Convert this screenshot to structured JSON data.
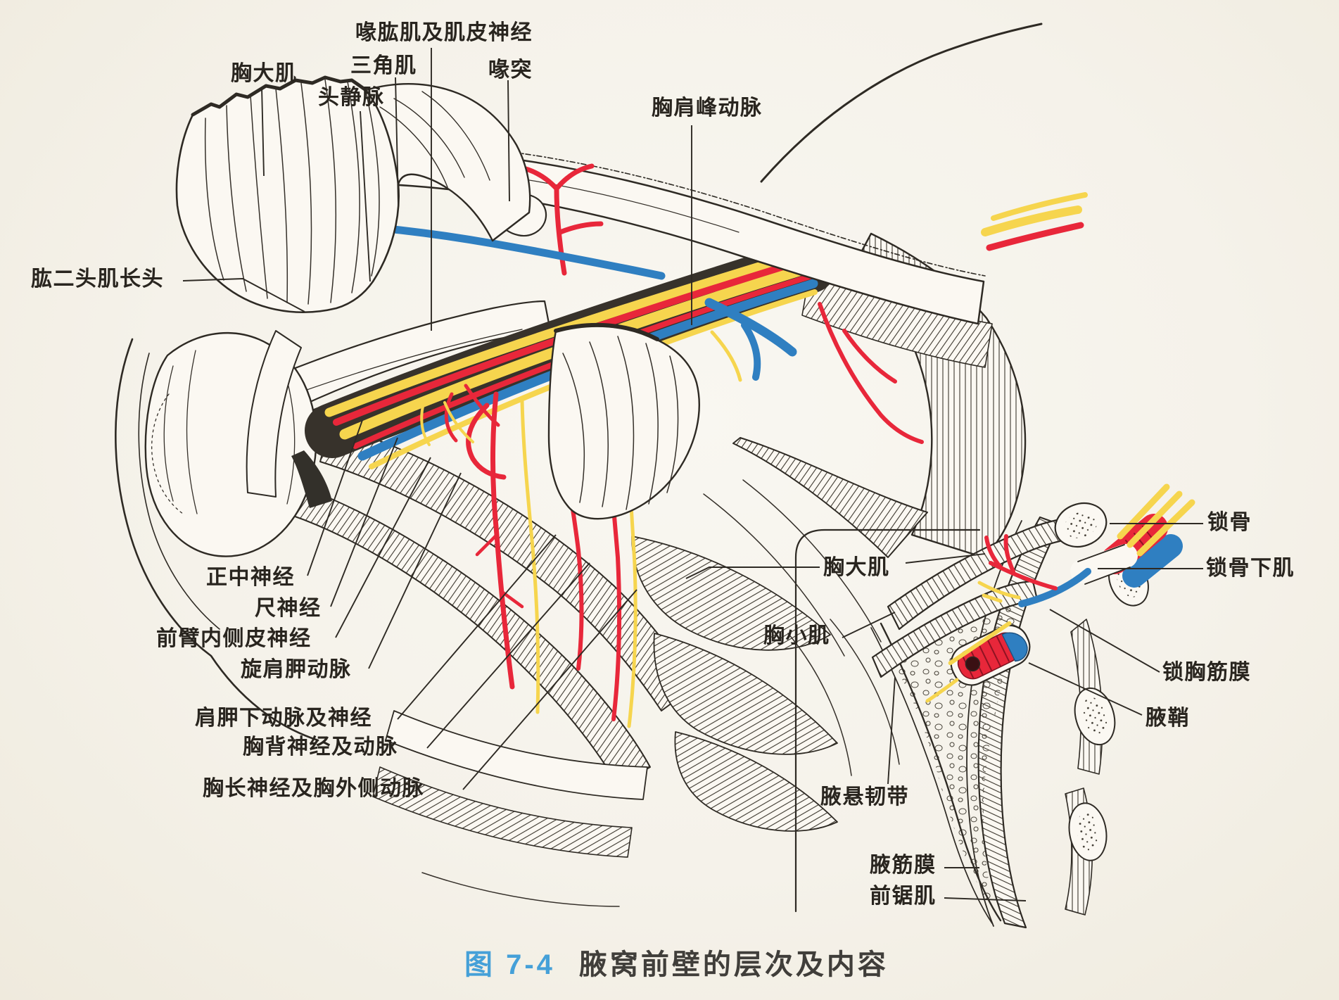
{
  "caption": {
    "number": "图 7-4",
    "title": "腋窝前壁的层次及内容"
  },
  "palette": {
    "artery_red": "#e8273a",
    "vein_blue": "#2f7fc1",
    "nerve_yellow": "#f6d54e",
    "ink": "#2e2a24",
    "paper": "#f5f2ea",
    "caption_blue": "#45a0d8"
  },
  "labels": {
    "coracobrachialis_and_musculocutaneous_nerve": "喙肱肌及肌皮神经",
    "deltoid": "三角肌",
    "coracoid_process": "喙突",
    "pectoralis_major": "胸大肌",
    "cephalic_vein": "头静脉",
    "thoracoacromial_artery": "胸肩峰动脉",
    "long_head_of_biceps_brachii": "肱二头肌长头",
    "median_nerve": "正中神经",
    "ulnar_nerve": "尺神经",
    "medial_antebrachial_cutaneous_nerve": "前臂内侧皮神经",
    "circumflex_scapular_artery": "旋肩胛动脉",
    "subscapular_artery_and_nerve": "肩胛下动脉及神经",
    "thoracodorsal_nerve_and_artery": "胸背神经及动脉",
    "long_thoracic_nerve_and_lateral_thoracic_artery": "胸长神经及胸外侧动脉",
    "pectoralis_major_inset": "胸大肌",
    "pectoralis_minor": "胸小肌",
    "clavicle": "锁骨",
    "subclavius": "锁骨下肌",
    "clavipectoral_fascia": "锁胸筋膜",
    "axillary_sheath": "腋鞘",
    "suspensory_ligament_of_axilla": "腋悬韧带",
    "axillary_fascia": "腋筋膜",
    "serratus_anterior": "前锯肌"
  }
}
